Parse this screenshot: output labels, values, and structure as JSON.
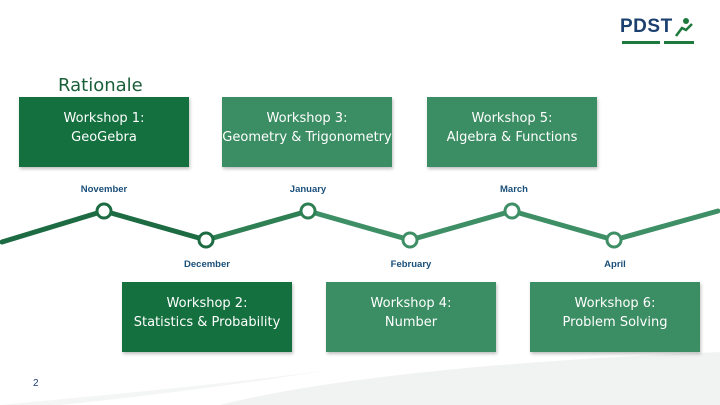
{
  "slide": {
    "title": "Rationale",
    "page_number": "2"
  },
  "logo": {
    "text": "PDST",
    "colors": {
      "text": "#1b3f6e",
      "bar": "#1e7a3c"
    }
  },
  "workshops": [
    {
      "line1": "Workshop 1:",
      "line2": "GeoGebra"
    },
    {
      "line1": "Workshop 2:",
      "line2": "Statistics & Probability"
    },
    {
      "line1": "Workshop 3:",
      "line2": "Geometry & Trigonometry"
    },
    {
      "line1": "Workshop 4:",
      "line2": "Number"
    },
    {
      "line1": "Workshop 5:",
      "line2": "Algebra & Functions"
    },
    {
      "line1": "Workshop 6:",
      "line2": "Problem Solving"
    }
  ],
  "months": [
    "November",
    "December",
    "January",
    "February",
    "March",
    "April"
  ],
  "colors": {
    "card_dark": "#14703e",
    "card_light": "#3b8d63",
    "line_dark": "#1d6b42",
    "line_light": "#3e8f66",
    "month_text": "#1a4f7a"
  }
}
